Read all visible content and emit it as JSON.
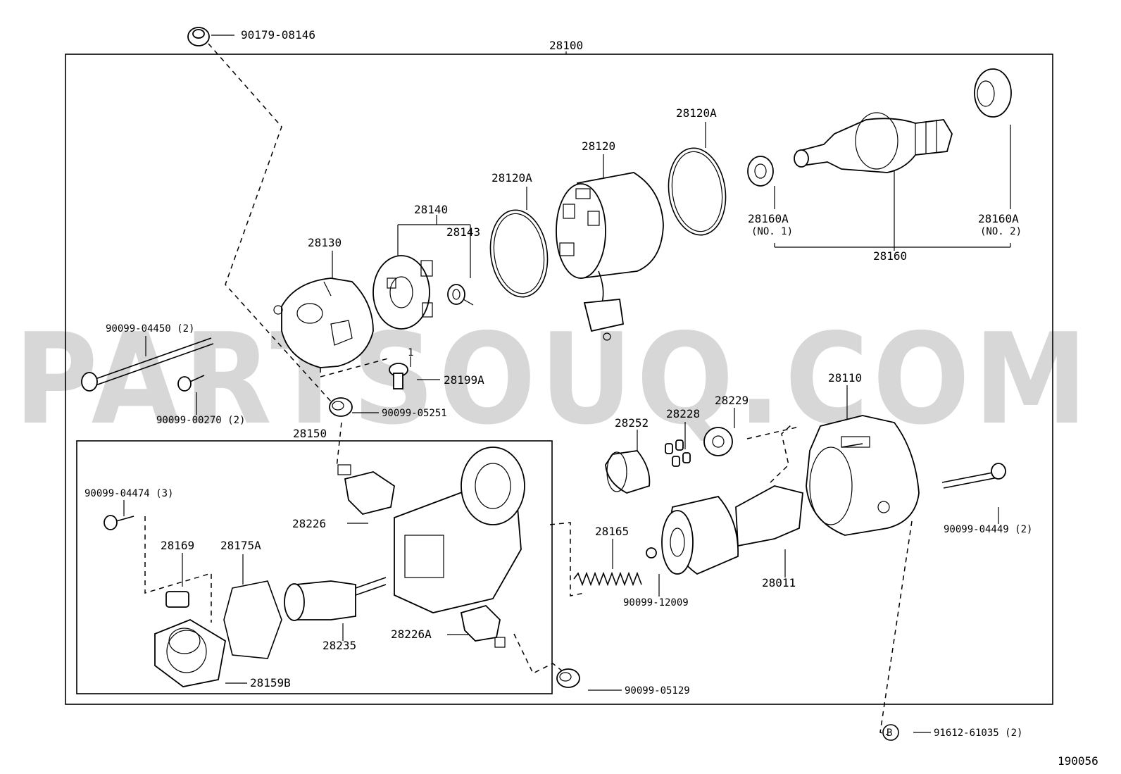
{
  "watermark": "PARTSOUQ.COM",
  "diagram_id": "190056",
  "labels": {
    "l28100": "28100",
    "l90179_08146": "90179-08146",
    "l28120A_a": "28120A",
    "l28120": "28120",
    "l28120A_b": "28120A",
    "l28140": "28140",
    "l28143": "28143",
    "l28130": "28130",
    "l28160A_1": "28160A",
    "l28160A_1_no": "(NO. 1)",
    "l28160A_2": "28160A",
    "l28160A_2_no": "(NO. 2)",
    "l28160": "28160",
    "l90099_04450": "90099-04450 (2)",
    "l28199A_no": "1",
    "l28199A": "28199A",
    "l90099_00270": "90099-00270 (2)",
    "l90099_05251": "90099-05251",
    "l28150": "28150",
    "l28110": "28110",
    "l28229": "28229",
    "l28228": "28228",
    "l28252": "28252",
    "l90099_04474": "90099-04474 (3)",
    "l28226": "28226",
    "l28169": "28169",
    "l28175A": "28175A",
    "l28165": "28165",
    "l90099_12009": "90099-12009",
    "l28011": "28011",
    "l90099_04449": "90099-04449 (2)",
    "l28235": "28235",
    "l28226A": "28226A",
    "l28159B": "28159B",
    "l90099_05129": "90099-05129",
    "lB": "B",
    "l91612_61035": "91612-61035 (2)"
  }
}
